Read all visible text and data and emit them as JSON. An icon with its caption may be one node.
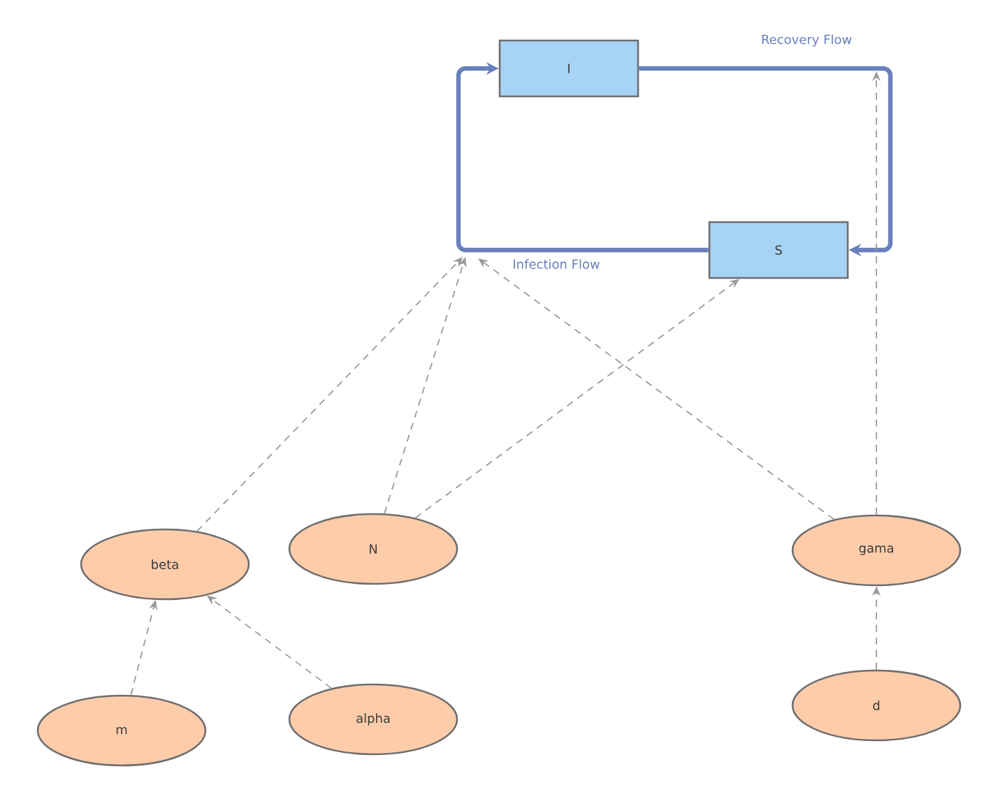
{
  "diagram": {
    "nodes": [
      {
        "text": [
          "I"
        ]
      },
      {
        "text": [
          "S"
        ]
      },
      {
        "text": [
          "beta"
        ]
      },
      {
        "text": [
          "N"
        ]
      },
      {
        "text": [
          "gama"
        ]
      },
      {
        "text": [
          "m"
        ]
      },
      {
        "text": [
          "alpha"
        ]
      },
      {
        "text": [
          "d"
        ]
      }
    ],
    "edges": [
      {
        "from": 1,
        "to": 0,
        "arrow": "to",
        "label": "Infection Flow",
        "style": "thick",
        "color": "#6a80bc"
      },
      {
        "from": 0,
        "to": 1,
        "arrow": "to",
        "label": "Recovery Flow",
        "style": "thick",
        "color": "#6a80bc"
      },
      {
        "from": 2,
        "to": null,
        "arrow": "to",
        "style": "dashed"
      },
      {
        "from": 3,
        "to": null,
        "arrow": "to",
        "style": "dashed"
      },
      {
        "from": 3,
        "to": 1,
        "arrow": "to",
        "style": "dashed"
      },
      {
        "from": 4,
        "to": null,
        "arrow": "to",
        "style": "dashed"
      },
      {
        "from": 4,
        "to": null,
        "arrow": "to",
        "style": "dashed"
      },
      {
        "from": 5,
        "to": 2,
        "arrow": "to",
        "style": "dashed"
      },
      {
        "from": 6,
        "to": 2,
        "arrow": "to",
        "style": "dashed"
      },
      {
        "from": 7,
        "to": 4,
        "arrow": "to",
        "style": "dashed"
      }
    ]
  }
}
